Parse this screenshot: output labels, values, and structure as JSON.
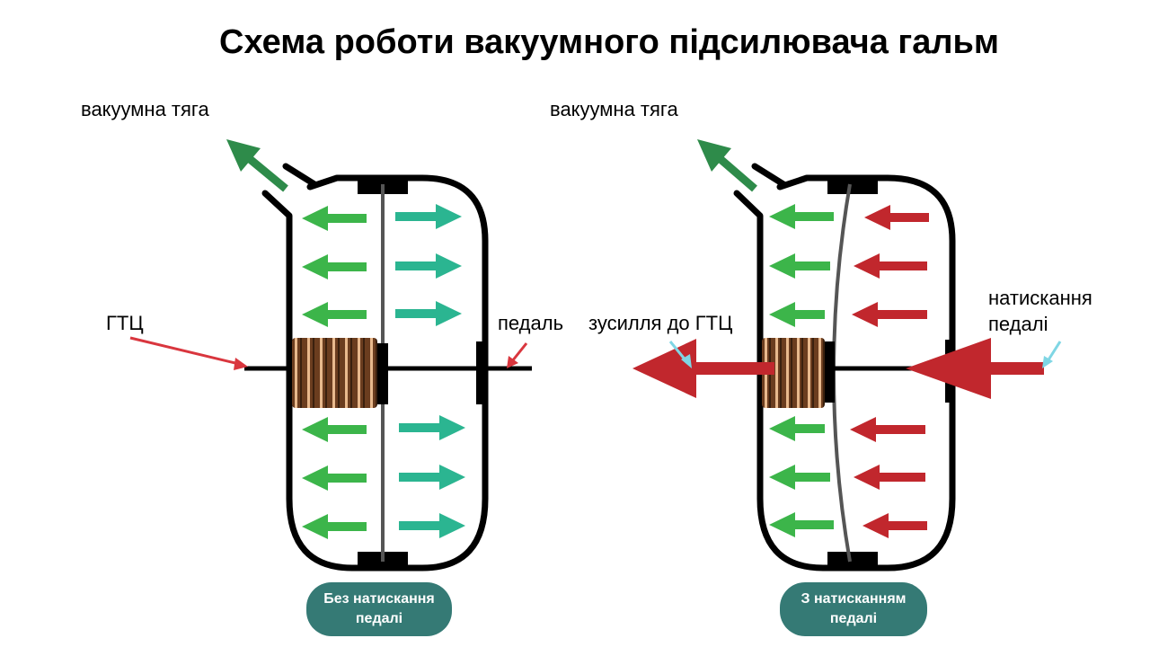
{
  "title": "Схема роботи вакуумного підсилювача гальм",
  "left_diagram": {
    "vacuum_label": "вакуумна тяга",
    "gtc_label": "ГТЦ",
    "pedal_label": "педаль",
    "caption_line1": "Без натискання",
    "caption_line2": "педалі"
  },
  "right_diagram": {
    "vacuum_label": "вакуумна тяга",
    "force_label": "зусилля до ГТЦ",
    "press_label_line1": "натискання",
    "press_label_line2": "педалі",
    "caption_line1": "З натисканням",
    "caption_line2": "педалі"
  },
  "colors": {
    "vacuum_green": "#3cb54a",
    "teal_arrow": "#2bb591",
    "pressure_red": "#c1272d",
    "spring_brown": "#6b3d1f",
    "caption_bg": "#357a75",
    "pointer_cyan": "#7fd6e4"
  }
}
